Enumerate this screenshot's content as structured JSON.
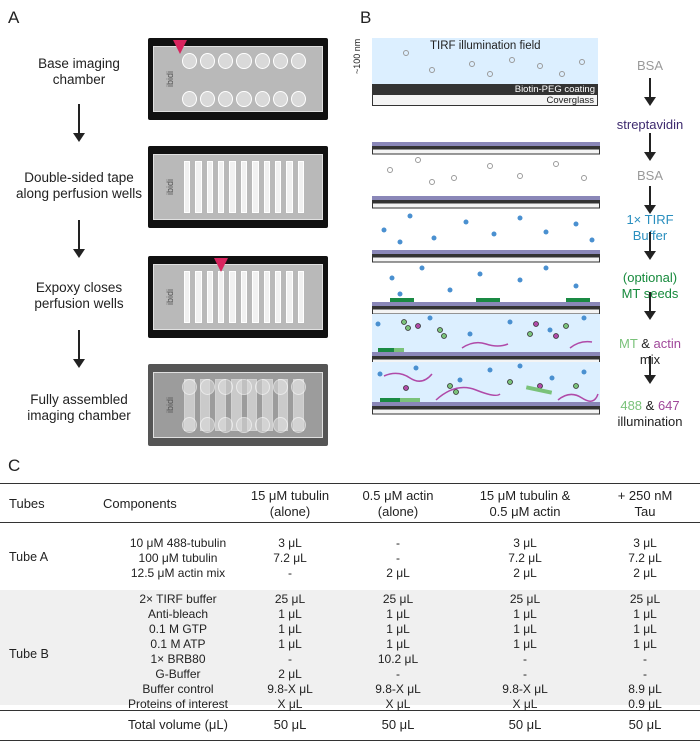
{
  "panels": {
    "a": "A",
    "b": "B",
    "c": "C"
  },
  "panelA": {
    "steps": [
      {
        "line1": "Base imaging",
        "line2": "chamber"
      },
      {
        "line1": "Double-sided tape",
        "line2": "along perfusion wells"
      },
      {
        "line1": "Expoxy closes",
        "line2": "perfusion wells"
      },
      {
        "line1": "Fully assembled",
        "line2": "imaging chamber"
      }
    ],
    "chip_text": "ibidi",
    "marker_color": "#d8245e"
  },
  "panelB": {
    "scale_label": "~100 nm",
    "tirf_label": "TIRF illumination field",
    "coating_label": "Biotin-PEG coating",
    "glass_label": "Coverglass",
    "steps": [
      {
        "parts": [
          {
            "text": "BSA",
            "color": "#9a9a9a"
          }
        ]
      },
      {
        "parts": [
          {
            "text": "streptavidin",
            "color": "#3d2a6e"
          }
        ]
      },
      {
        "parts": [
          {
            "text": "BSA",
            "color": "#9a9a9a"
          }
        ]
      },
      {
        "parts": [
          {
            "text": "1× TIRF",
            "color": "#2a8fbf"
          },
          {
            "text": "Buffer",
            "color": "#2a8fbf"
          }
        ]
      },
      {
        "parts": [
          {
            "text": "(optional)",
            "color": "#168a3c"
          },
          {
            "text": "MT seeds",
            "color": "#168a3c"
          }
        ]
      },
      {
        "line1": [
          {
            "text": "MT",
            "color": "#7ac27a"
          },
          {
            "text": " & ",
            "color": "#222"
          },
          {
            "text": "actin",
            "color": "#a0489a"
          }
        ],
        "line2": [
          {
            "text": "mix",
            "color": "#222"
          }
        ]
      },
      {
        "line1": [
          {
            "text": "488",
            "color": "#7ac27a"
          },
          {
            "text": " & ",
            "color": "#222"
          },
          {
            "text": "647",
            "color": "#a0489a"
          }
        ],
        "line2": [
          {
            "text": "illumination",
            "color": "#222"
          }
        ]
      }
    ],
    "colors": {
      "tirf_field": "#dcefff",
      "coating": "#333333",
      "streptavidin": "#8a87b8",
      "bsa": "#9a9a9a",
      "buffer": "#4a90d0",
      "seed": "#1a8a44",
      "tubulin": "#7ac27a",
      "actin": "#b04aa8"
    }
  },
  "table": {
    "headers": {
      "tubes": "Tubes",
      "components": "Components",
      "c1": [
        "15 μM tubulin",
        "(alone)"
      ],
      "c2": [
        "0.5 μM actin",
        "(alone)"
      ],
      "c3": [
        "15 μM tubulin &",
        "0.5 μM actin"
      ],
      "c4": [
        "+ 250 nM",
        "Tau"
      ]
    },
    "tubeA": {
      "label": "Tube A",
      "rows": [
        {
          "name": "10 μM 488-tubulin",
          "v": [
            "3 μL",
            "-",
            "3 μL",
            "3 μL"
          ]
        },
        {
          "name": "100 μM tubulin",
          "v": [
            "7.2 μL",
            "-",
            "7.2 μL",
            "7.2 μL"
          ]
        },
        {
          "name": "12.5 μM actin mix",
          "v": [
            "-",
            "2 μL",
            "2 μL",
            "2 μL"
          ]
        }
      ]
    },
    "tubeB": {
      "label": "Tube B",
      "rows": [
        {
          "name": "2× TIRF buffer",
          "v": [
            "25 μL",
            "25 μL",
            "25 μL",
            "25 μL"
          ]
        },
        {
          "name": "Anti-bleach",
          "v": [
            "1 μL",
            "1 μL",
            "1 μL",
            "1 μL"
          ]
        },
        {
          "name": "0.1 M GTP",
          "v": [
            "1 μL",
            "1 μL",
            "1 μL",
            "1 μL"
          ]
        },
        {
          "name": "0.1 M ATP",
          "v": [
            "1 μL",
            "1 μL",
            "1 μL",
            "1 μL"
          ]
        },
        {
          "name": "1× BRB80",
          "v": [
            "-",
            "10.2 μL",
            "-",
            "-"
          ]
        },
        {
          "name": "G-Buffer",
          "v": [
            "2 μL",
            "-",
            "-",
            "-"
          ]
        },
        {
          "name": "Buffer control",
          "v": [
            "9.8-X μL",
            "9.8-X μL",
            "9.8-X μL",
            "8.9 μL"
          ]
        },
        {
          "name": "Proteins of interest",
          "v": [
            "X μL",
            "X μL",
            "X μL",
            "0.9 μL"
          ]
        }
      ]
    },
    "total": {
      "name": "Total volume (μL)",
      "v": [
        "50 μL",
        "50 μL",
        "50 μL",
        "50 μL"
      ]
    }
  }
}
